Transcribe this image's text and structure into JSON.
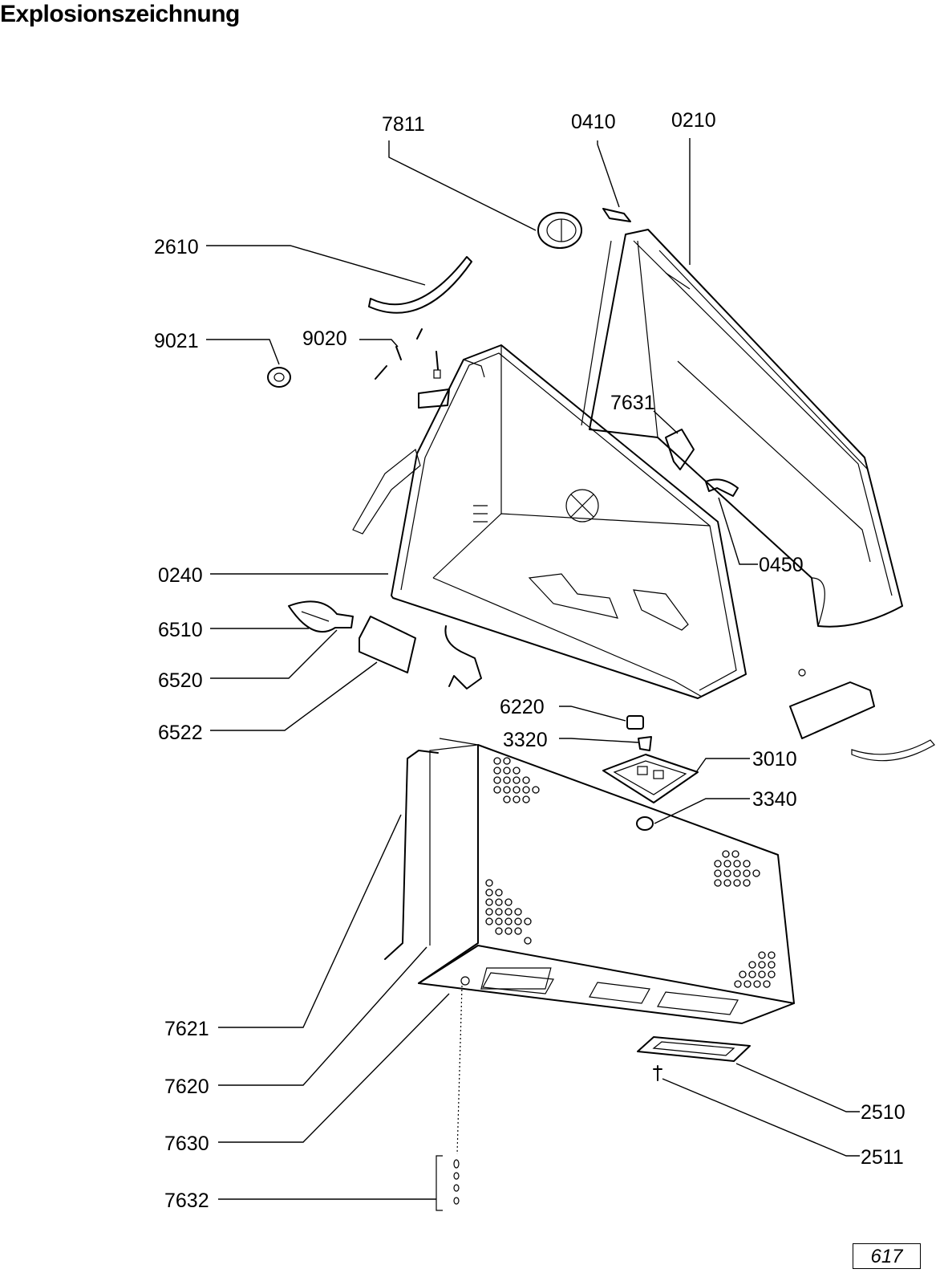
{
  "title": "Explosionszeichnung",
  "page_number": "617",
  "part_labels": {
    "p7811": "7811",
    "p0410": "0410",
    "p0210": "0210",
    "p2610": "2610",
    "p9021": "9021",
    "p9020": "9020",
    "p7631": "7631",
    "p0450": "0450",
    "p0240": "0240",
    "p6510": "6510",
    "p6520": "6520",
    "p6522": "6522",
    "p6220": "6220",
    "p3320": "3320",
    "p3010": "3010",
    "p3340": "3340",
    "p7621": "7621",
    "p7620": "7620",
    "p7630": "7630",
    "p7632": "7632",
    "p2510": "2510",
    "p2511": "2511"
  }
}
